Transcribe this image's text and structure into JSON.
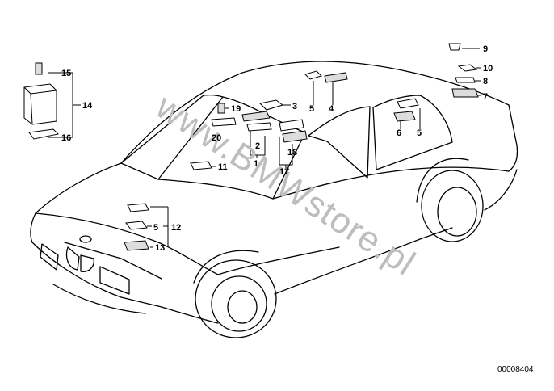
{
  "diagram": {
    "reference_code": "00008404",
    "watermark": "www.BMWstore.pl",
    "callouts": [
      "1",
      "2",
      "3",
      "4",
      "5",
      "5",
      "5",
      "6",
      "7",
      "8",
      "9",
      "10",
      "11",
      "12",
      "13",
      "14",
      "15",
      "16",
      "17",
      "18",
      "19",
      "20"
    ]
  },
  "colors": {
    "line": "#000000",
    "watermark": "#bdbdbd",
    "background": "#ffffff"
  }
}
